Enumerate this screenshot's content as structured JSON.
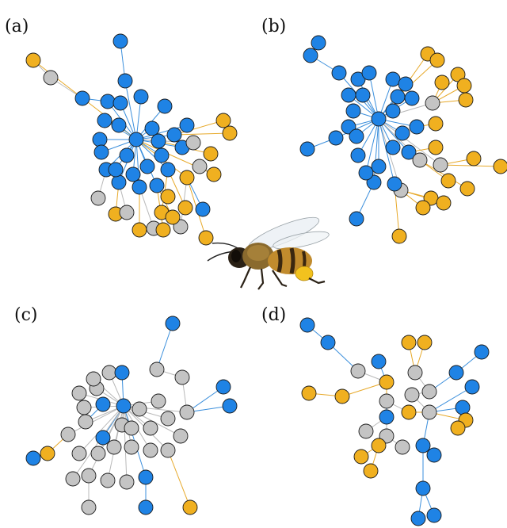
{
  "panels": [
    {
      "id": "a",
      "label": "(a)"
    },
    {
      "id": "b",
      "label": "(b)"
    },
    {
      "id": "c",
      "label": "(c)"
    },
    {
      "id": "d",
      "label": "(d)"
    }
  ],
  "colors": {
    "blue": "#1f83e5",
    "gold": "#f0b020",
    "gray": "#c4c4c4",
    "edge_blue": "#3b8fdc",
    "edge_gold": "#e7a92a",
    "edge_gray": "#b9b9b9",
    "node_stroke": "#1b1b1b"
  },
  "center_icon": "honeybee-illustration"
}
